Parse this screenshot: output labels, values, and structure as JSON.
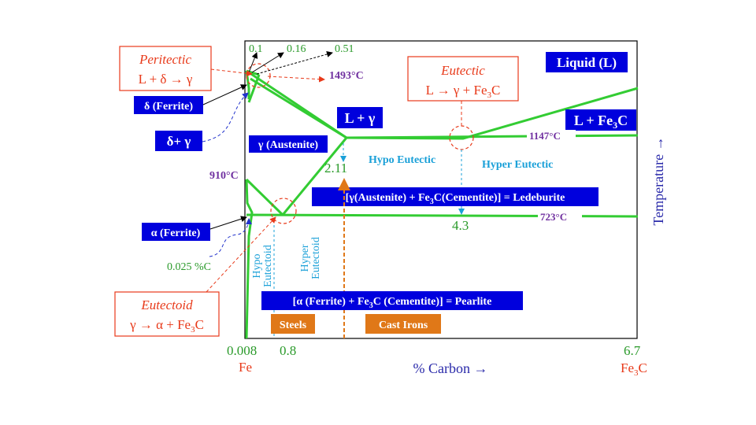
{
  "top_compositions": [
    "0.1",
    "0.16",
    "0.51"
  ],
  "peritectic": {
    "title": "Peritectic",
    "reaction": "L + δ → γ"
  },
  "eutectic": {
    "title": "Eutectic",
    "reaction_prefix": "L → γ + Fe",
    "sub": "3",
    "reaction_suffix": "C"
  },
  "eutectoid": {
    "title": "Eutectoid",
    "reaction_prefix": "γ → α + Fe",
    "sub": "3",
    "reaction_suffix": "C"
  },
  "phases": {
    "liquid": "Liquid (L)",
    "delta_ferrite": "δ (Ferrite)",
    "delta_gamma": "δ+ γ",
    "l_gamma": "L + γ",
    "l_fe3c_prefix": "L + Fe",
    "l_fe3c_sub": "3",
    "l_fe3c_suffix": "C",
    "austenite": "γ (Austenite)",
    "alpha_ferrite": "α (Ferrite)"
  },
  "temperatures": {
    "t1493": "1493°C",
    "t1147": "1147°C",
    "t910": "910°C",
    "t723": "723°C"
  },
  "compositions": {
    "c211": "2.11",
    "c43": "4.3",
    "c0025": "0.025 %C",
    "c0008": "0.008",
    "c08": "0.8",
    "c67": "6.7"
  },
  "regions": {
    "hypo_eutectic": "Hypo Eutectic",
    "hyper_eutectic": "Hyper Eutectic",
    "hypo_eutectoid_1": "Hypo",
    "hypo_eutectoid_2": "Eutectoid",
    "hyper_eutectoid_1": "Hyper",
    "hyper_eutectoid_2": "Eutectoid"
  },
  "ledeburite": {
    "prefix": "[γ(Austenite) + Fe",
    "sub": "3",
    "suffix": "C(Cementite)] = Ledeburite"
  },
  "pearlite": {
    "prefix": "[α (Ferrite) + Fe",
    "sub": "3",
    "suffix": "C (Cementite)] = Pearlite"
  },
  "steels": "Steels",
  "cast_irons": "Cast Irons",
  "axes": {
    "fe": "Fe",
    "fe3c_prefix": "Fe",
    "fe3c_sub": "3",
    "fe3c_suffix": "C",
    "xlabel": "% Carbon →",
    "ylabel": "Temperature →"
  },
  "colors": {
    "green": "#33cc33",
    "blue_box": "#0000dd",
    "purple": "#7030a0",
    "red": "#e83a1a",
    "cyan": "#1aa0d8",
    "orange": "#e07818",
    "dark_green": "#2a9a2a",
    "x_label": "#2a2aaa"
  }
}
